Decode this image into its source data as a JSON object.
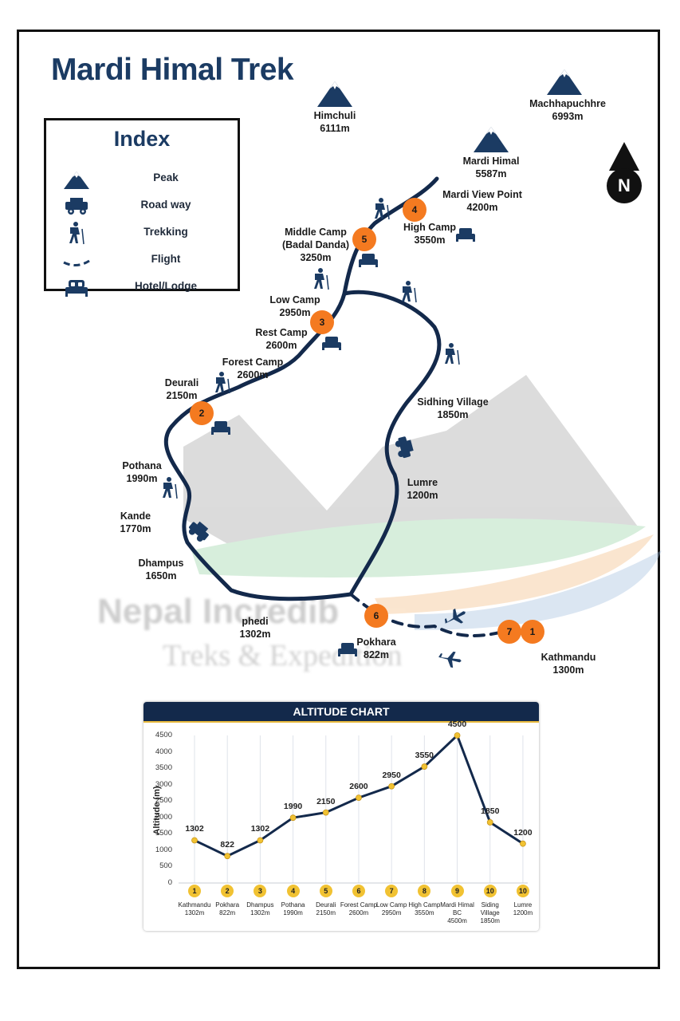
{
  "title": "Mardi Himal Trek",
  "index": {
    "title": "Index",
    "items": [
      {
        "label": "Peak",
        "icon": "mountain-peak-icon"
      },
      {
        "label": "Road way",
        "icon": "jeep-icon"
      },
      {
        "label": "Trekking",
        "icon": "hiker-icon"
      },
      {
        "label": "Flight",
        "icon": "dashed-flight-line-icon"
      },
      {
        "label": "Hotel/Lodge",
        "icon": "bed-icon"
      }
    ]
  },
  "compass": {
    "letter": "N"
  },
  "peaks": {
    "himchuli": {
      "name": "Himchuli",
      "alt": "6111m"
    },
    "machhapuchhre": {
      "name": "Machhapuchhre",
      "alt": "6993m"
    },
    "mardi": {
      "name": "Mardi Himal",
      "alt": "5587m"
    }
  },
  "places": {
    "viewpoint": {
      "name": "Mardi View Point",
      "alt": "4200m"
    },
    "highcamp": {
      "name": "High Camp",
      "alt": "3550m"
    },
    "middlecamp": {
      "name": "Middle Camp",
      "sub": "(Badal Danda)",
      "alt": "3250m"
    },
    "lowcamp": {
      "name": "Low Camp",
      "alt": "2950m"
    },
    "restcamp": {
      "name": "Rest Camp",
      "alt": "2600m"
    },
    "forestcamp": {
      "name": "Forest Camp",
      "alt": "2600m"
    },
    "deurali": {
      "name": "Deurali",
      "alt": "2150m"
    },
    "pothana": {
      "name": "Pothana",
      "alt": "1990m"
    },
    "kande": {
      "name": "Kande",
      "alt": "1770m"
    },
    "dhampus": {
      "name": "Dhampus",
      "alt": "1650m"
    },
    "phedi": {
      "name": "phedi",
      "alt": "1302m"
    },
    "pokhara": {
      "name": "Pokhara",
      "alt": "822m"
    },
    "kathmandu": {
      "name": "Kathmandu",
      "alt": "1300m"
    },
    "sidhing": {
      "name": "Sidhing Village",
      "alt": "1850m"
    },
    "lumre": {
      "name": "Lumre",
      "alt": "1200m"
    }
  },
  "markers": [
    "1",
    "2",
    "3",
    "4",
    "5",
    "6",
    "7"
  ],
  "watermark": {
    "line1": "Nepal Incredib",
    "line2": "Treks & Expedition"
  },
  "chart_data": {
    "type": "line",
    "title": "ALTITUDE CHART",
    "ylabel": "Altitude (m)",
    "xlabel": "",
    "ylim": [
      0,
      4500
    ],
    "yticks": [
      "4500",
      "4000",
      "3500",
      "3000",
      "2500",
      "2000",
      "1500",
      "1000",
      "500",
      "0"
    ],
    "numbers": [
      "1",
      "2",
      "3",
      "4",
      "5",
      "6",
      "7",
      "8",
      "9",
      "10",
      "10"
    ],
    "categories": [
      {
        "name": "Kathmandu",
        "alt": "1302m"
      },
      {
        "name": "Pokhara",
        "alt": "822m"
      },
      {
        "name": "Dhampus",
        "alt": "1302m"
      },
      {
        "name": "Pothana",
        "alt": "1990m"
      },
      {
        "name": "Deurali",
        "alt": "2150m"
      },
      {
        "name": "Forest Camp",
        "alt": "2600m"
      },
      {
        "name": "Low Camp",
        "alt": "2950m"
      },
      {
        "name": "High Camp",
        "alt": "3550m"
      },
      {
        "name": "Mardi Himal BC",
        "alt": "4500m"
      },
      {
        "name": "Siding Village",
        "alt": "1850m"
      },
      {
        "name": "Lumre",
        "alt": "1200m"
      }
    ],
    "values": [
      1302,
      822,
      1302,
      1990,
      2150,
      2600,
      2950,
      3550,
      4500,
      1850,
      1200
    ],
    "value_labels": [
      "1302",
      "822",
      "1302",
      "1990",
      "2150",
      "2600",
      "2950",
      "3550",
      "4500",
      "1850",
      "1200"
    ],
    "line_color": "#13294b",
    "point_color": "#f1c232"
  },
  "colors": {
    "route": "#13294b",
    "marker": "#f47a20",
    "icon": "#1b3b63"
  }
}
